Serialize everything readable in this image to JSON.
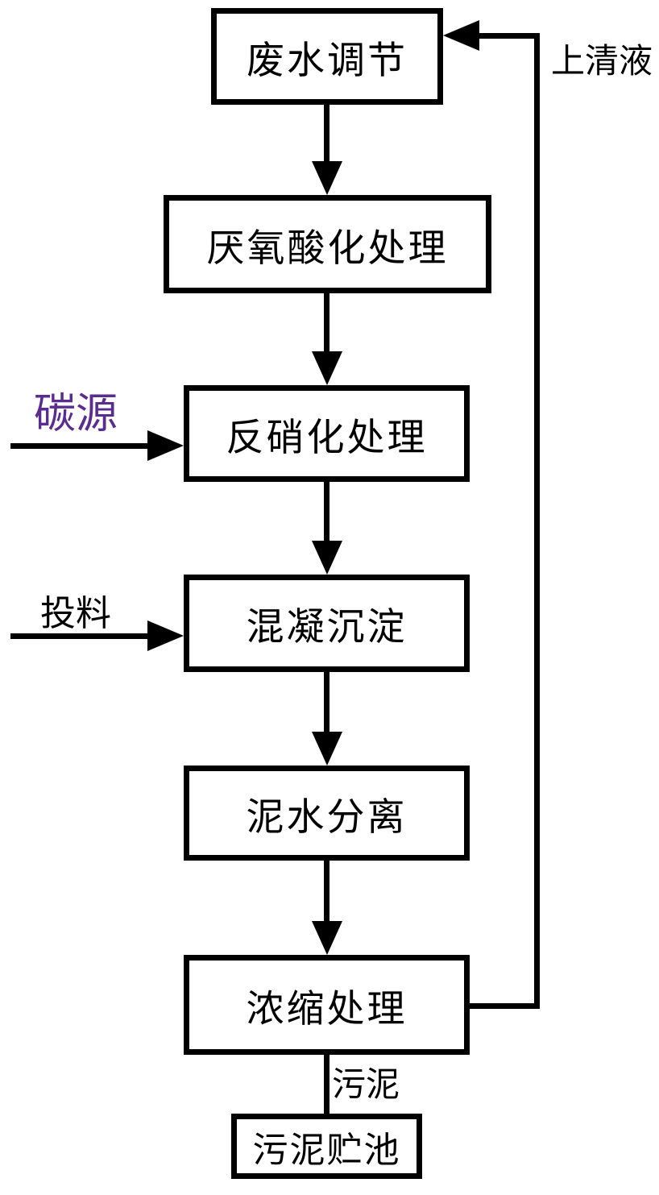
{
  "diagram": {
    "title": "wastewater-treatment-process-flowchart",
    "background_color": "#ffffff",
    "line_color": "#000000",
    "accent_color": "#5a2c8f",
    "boxes": [
      {
        "id": "wastewater-regulation",
        "label": "废水调节"
      },
      {
        "id": "anaerobic-acidification",
        "label": "厌氧酸化处理"
      },
      {
        "id": "denitrification",
        "label": "反硝化处理"
      },
      {
        "id": "coagulation-sedimentation",
        "label": "混凝沉淀"
      },
      {
        "id": "mud-water-separation",
        "label": "泥水分离"
      },
      {
        "id": "concentration-treatment",
        "label": "浓缩处理"
      },
      {
        "id": "sludge-storage-tank",
        "label": "污泥贮池"
      }
    ],
    "annotations": {
      "carbon_source": {
        "label": "碳源",
        "color": "#5a2c8f",
        "target": "denitrification"
      },
      "feeding": {
        "label": "投料",
        "color": "#000000",
        "target": "coagulation-sedimentation"
      },
      "supernatant": {
        "label": "上清液",
        "color": "#000000",
        "edge": "concentration-treatment → wastewater-regulation"
      },
      "sludge": {
        "label": "污泥",
        "color": "#000000",
        "edge": "concentration-treatment → sludge-storage-tank"
      }
    },
    "edges": [
      {
        "from": "wastewater-regulation",
        "to": "anaerobic-acidification",
        "arrow": true
      },
      {
        "from": "anaerobic-acidification",
        "to": "denitrification",
        "arrow": true
      },
      {
        "from": "denitrification",
        "to": "coagulation-sedimentation",
        "arrow": true
      },
      {
        "from": "coagulation-sedimentation",
        "to": "mud-water-separation",
        "arrow": true
      },
      {
        "from": "mud-water-separation",
        "to": "concentration-treatment",
        "arrow": true
      },
      {
        "from": "concentration-treatment",
        "to": "sludge-storage-tank",
        "arrow": false,
        "label": "污泥"
      },
      {
        "from": "carbon-source-input",
        "to": "denitrification",
        "arrow": true,
        "label": "碳源"
      },
      {
        "from": "feeding-input",
        "to": "coagulation-sedimentation",
        "arrow": true,
        "label": "投料"
      },
      {
        "from": "concentration-treatment",
        "to": "wastewater-regulation",
        "arrow": true,
        "label": "上清液"
      }
    ]
  }
}
